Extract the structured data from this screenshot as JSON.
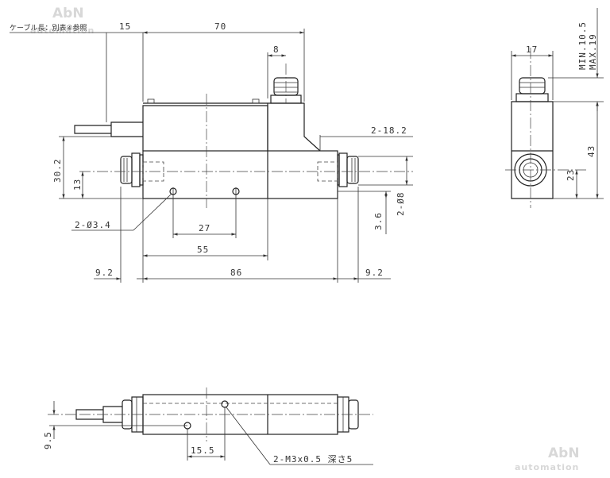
{
  "watermark": {
    "brand": "AbN",
    "sub": "automation"
  },
  "notes": {
    "cable": "ケーブル長：別表④参照",
    "holes": "2-Ø3.4",
    "tapped": "2-M3x0.5 深さ5"
  },
  "dimensions": {
    "d15": "15",
    "d70": "70",
    "d8": "8",
    "d17": "17",
    "min": "MIN.10.5",
    "max": "MAX.19",
    "d2_18_2": "2-18.2",
    "d30_2": "30.2",
    "d13": "13",
    "d2_o8": "2-Ø8",
    "d3_6": "3.6",
    "d27": "27",
    "d55": "55",
    "d9_2_left": "9.2",
    "d86": "86",
    "d9_2_right": "9.2",
    "d23": "23",
    "d43": "43",
    "d9_5": "9.5",
    "d15_5": "15.5"
  }
}
